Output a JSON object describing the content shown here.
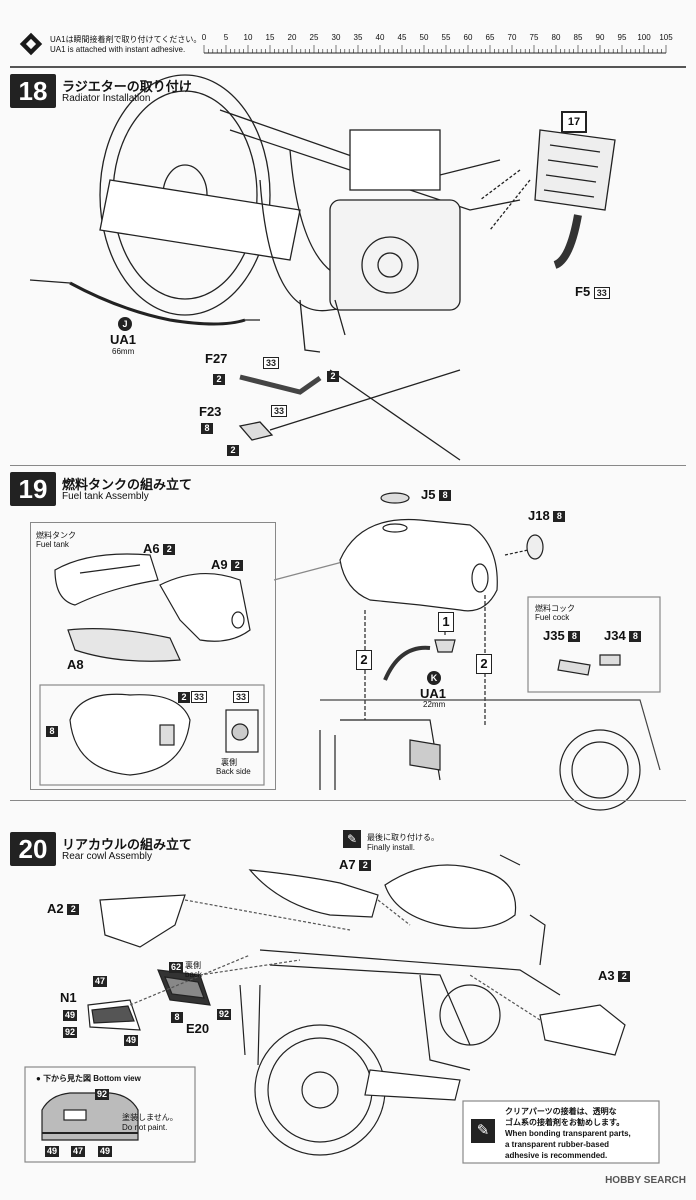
{
  "header": {
    "note_jp": "UA1は瞬間接着剤で取り付けてください。",
    "note_en": "UA1 is attached with instant adhesive.",
    "ruler_marks": [
      "0",
      "5",
      "10",
      "15",
      "20",
      "25",
      "30",
      "35",
      "40",
      "45",
      "50",
      "55",
      "60",
      "65",
      "70",
      "75",
      "80",
      "85",
      "90",
      "95",
      "100",
      "105"
    ]
  },
  "step18": {
    "number": "18",
    "title_jp": "ラジエターの取り付け",
    "title_en": "Radiator Installation",
    "ref_step": "17",
    "parts": {
      "f5": "F5",
      "f5_chip": "33",
      "j_circle": "J",
      "ua1": "UA1",
      "ua1_len": "66mm",
      "f27": "F27",
      "f27_chip_a": "33",
      "f27_chip_b": "2",
      "chip_2_right": "2",
      "f23": "F23",
      "f23_chip_a": "33",
      "f23_chip_b": "8",
      "f23_chip_c": "2"
    }
  },
  "step19": {
    "number": "19",
    "title_jp": "燃料タンクの組み立て",
    "title_en": "Fuel tank Assembly",
    "inset_jp": "燃料タンク",
    "inset_en": "Fuel tank",
    "parts": {
      "a6": "A6",
      "a6_chip": "2",
      "a9": "A9",
      "a9_chip": "2",
      "a8": "A8",
      "chip_8": "8",
      "chip_2": "2",
      "chip_33a": "33",
      "chip_33b": "33",
      "back_jp": "裏側",
      "back_en": "Back side",
      "j5": "J5",
      "j5_chip": "8",
      "j18": "J18",
      "j18_chip": "8",
      "box1": "1",
      "box2a": "2",
      "box2b": "2",
      "k_circle": "K",
      "ua1": "UA1",
      "ua1_len": "22mm",
      "cock_jp": "燃料コック",
      "cock_en": "Fuel cock",
      "j35": "J35",
      "j35_chip": "8",
      "j34": "J34",
      "j34_chip": "8"
    }
  },
  "step20": {
    "number": "20",
    "title_jp": "リアカウルの組み立て",
    "title_en": "Rear cowl Assembly",
    "finally_jp": "最後に取り付ける。",
    "finally_en": "Finally install.",
    "parts": {
      "a7": "A7",
      "a7_chip": "2",
      "a2": "A2",
      "a2_chip": "2",
      "back_jp": "裏側",
      "back_en": "back",
      "chip_62": "62",
      "n1": "N1",
      "chip_47": "47",
      "chip_49a": "49",
      "chip_92a": "92",
      "chip_49b": "49",
      "chip_8": "8",
      "e20": "E20",
      "chip_92b": "92",
      "a3": "A3",
      "a3_chip": "2"
    },
    "bottom_view": {
      "title": "下から見た図 Bottom view",
      "chip_92": "92",
      "no_paint_jp": "塗装しません。",
      "no_paint_en": "Do not paint.",
      "chip_49a": "49",
      "chip_47": "47",
      "chip_49b": "49"
    },
    "clear_note": {
      "jp1": "クリアパーツの接着は、透明な",
      "jp2": "ゴム系の接着剤をお勧めします。",
      "en1": "When bonding transparent parts,",
      "en2": "a transparent rubber-based",
      "en3": "adhesive is recommended."
    }
  },
  "watermark": "HOBBY SEARCH"
}
